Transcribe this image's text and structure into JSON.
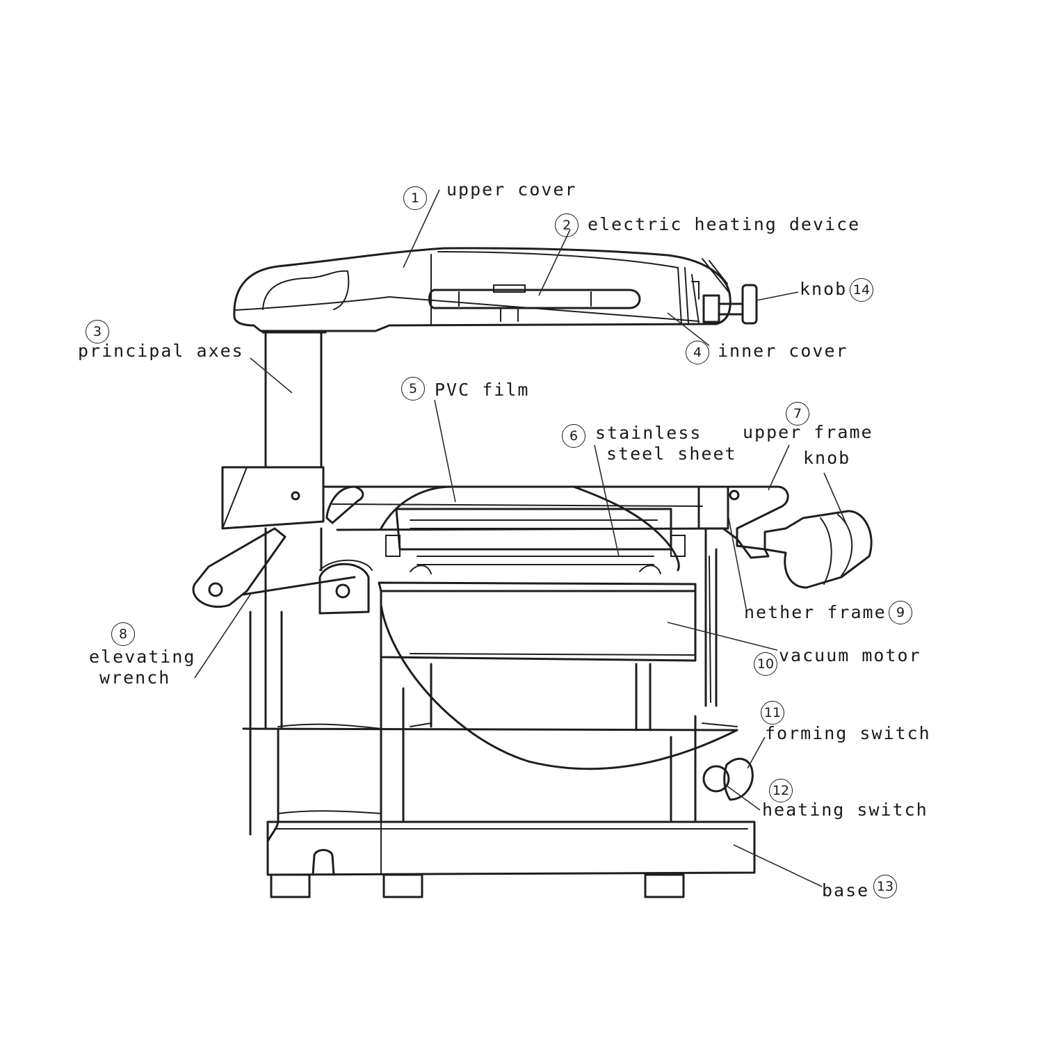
{
  "parts": [
    {
      "id": "upper-cover",
      "number": "1",
      "label": "upper cover"
    },
    {
      "id": "electric-heating-device",
      "number": "2",
      "label": "electric heating device"
    },
    {
      "id": "principal-axes",
      "number": "3",
      "label": "principal axes"
    },
    {
      "id": "inner-cover",
      "number": "4",
      "label": "inner cover"
    },
    {
      "id": "pvc-film",
      "number": "5",
      "label": "PVC film"
    },
    {
      "id": "stainless-steel-sheet",
      "number": "6",
      "label": "stainless",
      "label2": "steel sheet"
    },
    {
      "id": "upper-frame-knob",
      "number": "7",
      "label": "upper frame",
      "label2": "knob"
    },
    {
      "id": "elevating-wrench",
      "number": "8",
      "label": "elevating",
      "label2": "wrench"
    },
    {
      "id": "nether-frame",
      "number": "9",
      "label": "nether frame"
    },
    {
      "id": "vacuum-motor",
      "number": "10",
      "label": "vacuum motor"
    },
    {
      "id": "forming-switch",
      "number": "11",
      "label": "forming switch"
    },
    {
      "id": "heating-switch",
      "number": "12",
      "label": "heating switch"
    },
    {
      "id": "base",
      "number": "13",
      "label": "base"
    },
    {
      "id": "knob",
      "number": "14",
      "label": "knob"
    }
  ]
}
